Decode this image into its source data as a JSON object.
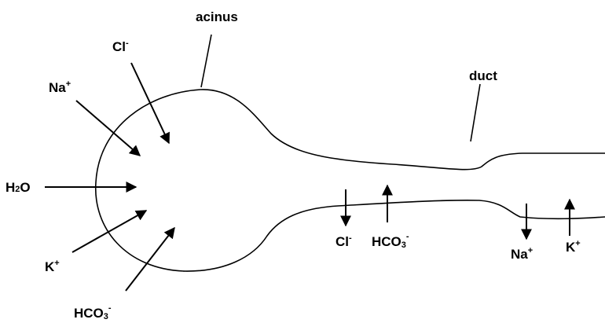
{
  "structures": {
    "acinus": "acinus",
    "duct": "duct"
  },
  "acinus_inputs": {
    "cl": {
      "base": "Cl",
      "sup": "-"
    },
    "na": {
      "base": "Na",
      "sup": "+"
    },
    "h2o": {
      "pre": "H",
      "sub": "2",
      "post": "O"
    },
    "k": {
      "base": "K",
      "sup": "+"
    },
    "hco3": {
      "base": "HCO",
      "sub": "3",
      "sup": "-"
    }
  },
  "duct_transport": [
    {
      "id": "cl",
      "base": "Cl",
      "sup": "-",
      "direction": "out"
    },
    {
      "id": "hco3",
      "base": "HCO",
      "sub": "3",
      "sup": "-",
      "direction": "in"
    },
    {
      "id": "na",
      "base": "Na",
      "sup": "+",
      "direction": "out"
    },
    {
      "id": "k",
      "base": "K",
      "sup": "+",
      "direction": "in"
    }
  ],
  "colors": {
    "line": "#000000",
    "background": "#ffffff"
  }
}
